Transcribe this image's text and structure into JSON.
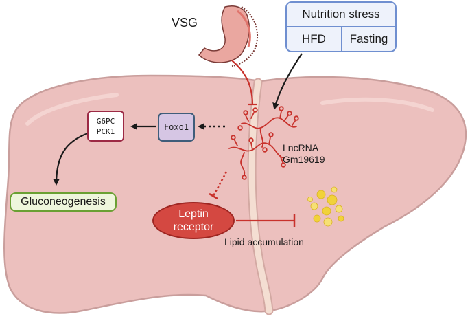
{
  "labels": {
    "vsg": "VSG",
    "nutrition_stress": "Nutrition stress",
    "hfd": "HFD",
    "fasting": "Fasting",
    "g6pc": "G6PC",
    "pck1": "PCK1",
    "foxo1": "Foxo1",
    "lncrna_line1": "LncRNA",
    "lncrna_line2": "Gm19619",
    "gluconeogenesis": "Gluconeogenesis",
    "leptin_line1": "Leptin",
    "leptin_line2": "receptor",
    "lipid_accumulation": "Lipid accumulation"
  },
  "colors": {
    "liver_fill": "#ecc0be",
    "liver_outline": "#c99e9c",
    "ligament": "#f4ded2",
    "nutrition_border": "#6f8fd0",
    "nutrition_fill": "#eef2fb",
    "g6pc_border": "#9c2a45",
    "foxo1_fill": "#d6c6e4",
    "foxo1_border": "#3f5d7a",
    "gluco_fill": "#eef6dc",
    "gluco_border": "#6aa033",
    "leptin_fill": "#d44841",
    "leptin_border": "#9e2622",
    "inhibit_red": "#c8322c",
    "rna_red": "#c8322c",
    "lipid_yellow": "#f1d23a",
    "arrow_black": "#1a1a1a"
  },
  "icons": [
    "stomach-icon",
    "lncrna-molecule-icon",
    "lipid-droplets-icon"
  ]
}
